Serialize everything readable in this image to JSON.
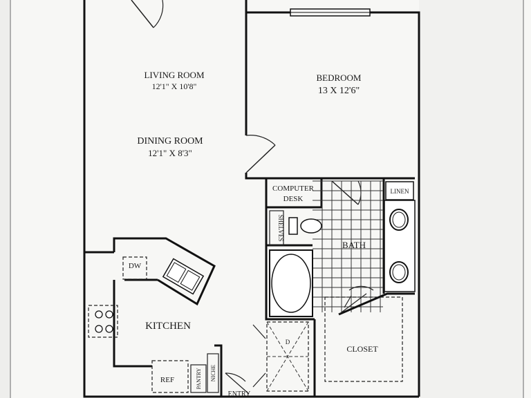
{
  "rooms": {
    "living_room": {
      "name": "LIVING ROOM",
      "dims": "12'1\" X 10'8\""
    },
    "dining_room": {
      "name": "DINING ROOM",
      "dims": "12'1\" X 8'3\""
    },
    "bedroom": {
      "name": "BEDROOM",
      "dims": "13 X 12'6\""
    },
    "kitchen": {
      "name": "KITCHEN"
    },
    "bath": {
      "name": "BATH"
    },
    "closet": {
      "name": "CLOSET"
    },
    "computer_desk": {
      "line1": "COMPUTER",
      "line2": "DESK"
    },
    "linen": {
      "name": "LINEN"
    },
    "shelves": {
      "name": "SHELVES"
    },
    "dw": {
      "name": "DW"
    },
    "ref": {
      "name": "REF"
    },
    "pantry": {
      "name": "PANTRY"
    },
    "niche": {
      "name": "NICHE"
    },
    "entry": {
      "name": "ENTRY"
    },
    "d": {
      "name": "D"
    }
  }
}
